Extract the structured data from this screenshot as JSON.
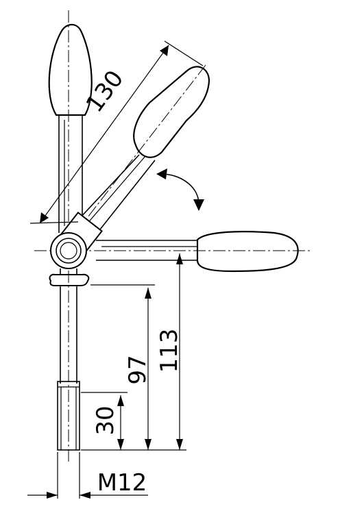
{
  "dimensions": {
    "handle_length": "130",
    "height_to_shoulder": "97",
    "height_to_axis": "113",
    "thread_length": "30",
    "thread_size": "M12"
  }
}
